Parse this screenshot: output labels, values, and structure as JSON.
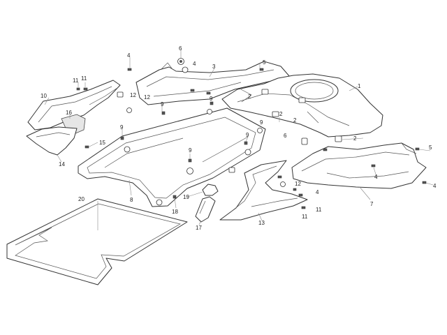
{
  "diagram": {
    "callouts": [
      {
        "id": "c1",
        "text": "1"
      },
      {
        "id": "c2a",
        "text": "2"
      },
      {
        "id": "c2b",
        "text": "2"
      },
      {
        "id": "c2c",
        "text": "2"
      },
      {
        "id": "c2d",
        "text": "2"
      },
      {
        "id": "c3",
        "text": "3"
      },
      {
        "id": "c4a",
        "text": "4"
      },
      {
        "id": "c4b",
        "text": "4"
      },
      {
        "id": "c4c",
        "text": "4"
      },
      {
        "id": "c4d",
        "text": "4"
      },
      {
        "id": "c4e",
        "text": "4"
      },
      {
        "id": "c5a",
        "text": "5"
      },
      {
        "id": "c5b",
        "text": "5"
      },
      {
        "id": "c6a",
        "text": "6"
      },
      {
        "id": "c6b",
        "text": "6"
      },
      {
        "id": "c7",
        "text": "7"
      },
      {
        "id": "c8",
        "text": "8"
      },
      {
        "id": "c9a",
        "text": "9"
      },
      {
        "id": "c9b",
        "text": "9"
      },
      {
        "id": "c9c",
        "text": "9"
      },
      {
        "id": "c9d",
        "text": "9"
      },
      {
        "id": "c9e",
        "text": "9"
      },
      {
        "id": "c9f",
        "text": "9"
      },
      {
        "id": "c10",
        "text": "10"
      },
      {
        "id": "c11a",
        "text": "11"
      },
      {
        "id": "c11b",
        "text": "11"
      },
      {
        "id": "c11c",
        "text": "11"
      },
      {
        "id": "c11d",
        "text": "11"
      },
      {
        "id": "c12a",
        "text": "12"
      },
      {
        "id": "c12b",
        "text": "12"
      },
      {
        "id": "c12c",
        "text": "12"
      },
      {
        "id": "c13",
        "text": "13"
      },
      {
        "id": "c14",
        "text": "14"
      },
      {
        "id": "c15",
        "text": "15"
      },
      {
        "id": "c16",
        "text": "16"
      },
      {
        "id": "c17",
        "text": "17"
      },
      {
        "id": "c18",
        "text": "18"
      },
      {
        "id": "c19",
        "text": "19"
      },
      {
        "id": "c20",
        "text": "20"
      }
    ]
  }
}
